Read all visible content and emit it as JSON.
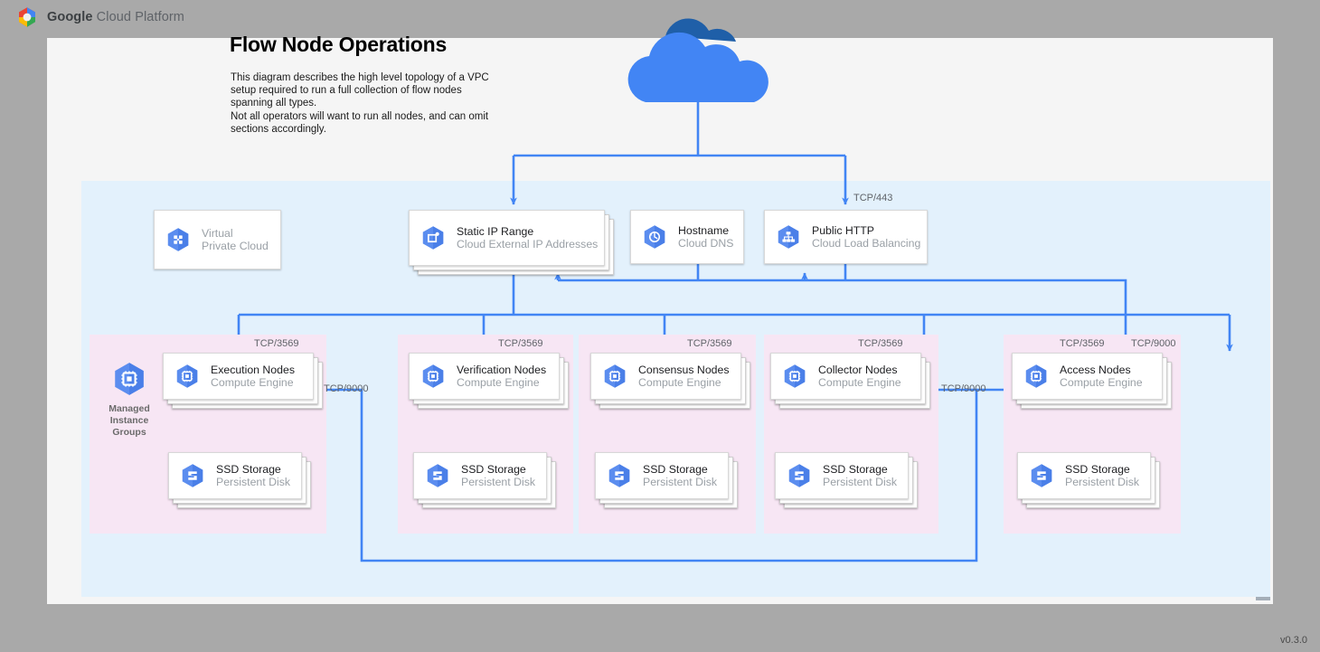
{
  "header": {
    "logo_icon": "google-cloud-hexagon-logo",
    "brand_bold": "Google",
    "brand_rest": " Cloud Platform"
  },
  "page": {
    "title": "Flow Node Operations",
    "description_line1": "This diagram describes the high level topology of a VPC setup required to run a full collection of flow nodes spanning all types.",
    "description_line2": "Not all operators will want to run all nodes, and can omit sections accordingly.",
    "version": "v0.3.0"
  },
  "internet": {
    "icon": "cloud-icon"
  },
  "top_row": [
    {
      "title": "Virtual",
      "subtitle": "Private Cloud",
      "icon": "virtual-private-cloud-icon",
      "muted": true
    },
    {
      "title": "Static IP Range",
      "subtitle": "Cloud External IP Addresses",
      "icon": "cloud-external-ip-addresses-icon",
      "muted": false
    },
    {
      "title": "Hostname",
      "subtitle": "Cloud DNS",
      "icon": "cloud-dns-icon",
      "muted": false
    },
    {
      "title": "Public HTTP",
      "subtitle": "Cloud Load Balancing",
      "icon": "cloud-load-balancing-icon",
      "muted": false
    }
  ],
  "managed_instance_groups": {
    "icon": "compute-engine-icon",
    "label_line1": "Managed",
    "label_line2": "Instance",
    "label_line3": "Groups"
  },
  "node_groups": [
    {
      "node": {
        "title": "Execution Nodes",
        "subtitle": "Compute Engine",
        "icon": "compute-engine-icon"
      },
      "storage": {
        "title": "SSD Storage",
        "subtitle": "Persistent Disk",
        "icon": "persistent-disk-icon"
      }
    },
    {
      "node": {
        "title": "Verification Nodes",
        "subtitle": "Compute Engine",
        "icon": "compute-engine-icon"
      },
      "storage": {
        "title": "SSD Storage",
        "subtitle": "Persistent Disk",
        "icon": "persistent-disk-icon"
      }
    },
    {
      "node": {
        "title": "Consensus Nodes",
        "subtitle": "Compute Engine",
        "icon": "compute-engine-icon"
      },
      "storage": {
        "title": "SSD Storage",
        "subtitle": "Persistent Disk",
        "icon": "persistent-disk-icon"
      }
    },
    {
      "node": {
        "title": "Collector Nodes",
        "subtitle": "Compute Engine",
        "icon": "compute-engine-icon"
      },
      "storage": {
        "title": "SSD Storage",
        "subtitle": "Persistent Disk",
        "icon": "persistent-disk-icon"
      }
    },
    {
      "node": {
        "title": "Access Nodes",
        "subtitle": "Compute Engine",
        "icon": "compute-engine-icon"
      },
      "storage": {
        "title": "SSD Storage",
        "subtitle": "Persistent Disk",
        "icon": "persistent-disk-icon"
      }
    }
  ],
  "port_labels": {
    "https": "TCP/443",
    "exec_port": "TCP/3569",
    "verif_port": "TCP/3569",
    "consensus_port": "TCP/3569",
    "collector_port": "TCP/3569",
    "access_port": "TCP/3569",
    "access_9000": "TCP/9000",
    "collector_9000": "TCP/9000",
    "exec_9000": "TCP/9000"
  },
  "colors": {
    "wire": "#4285f4",
    "vpc_region": "#e3f1fc",
    "node_group": "#f7e6f4",
    "gcp_blue": "#4285f4",
    "canvas": "#f5f5f5",
    "page_background": "#a9a9a9"
  }
}
